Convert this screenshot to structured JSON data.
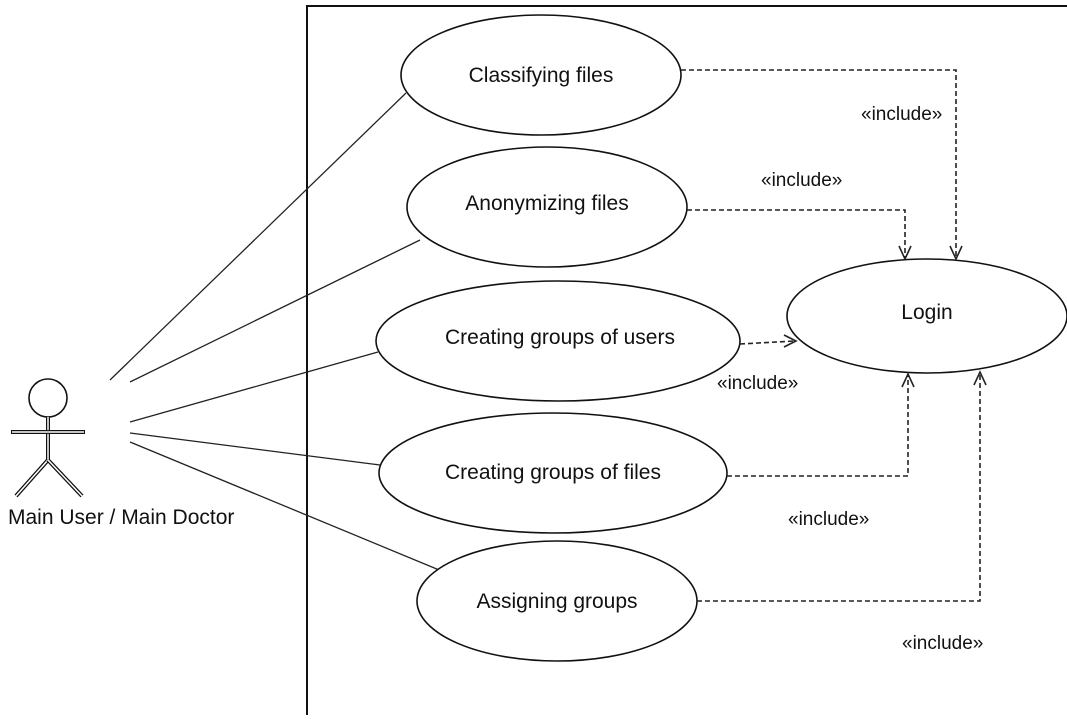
{
  "diagram": {
    "actor": {
      "label": "Main User / Main Doctor"
    },
    "use_cases": {
      "classifying": "Classifying files",
      "anonymizing": "Anonymizing files",
      "creating_user_groups": "Creating groups of users",
      "creating_file_groups": "Creating groups of files",
      "assigning": "Assigning groups",
      "login": "Login"
    },
    "include_labels": {
      "classifying": "«include»",
      "anonymizing": "«include»",
      "creating_user_groups": "«include»",
      "creating_file_groups": "«include»",
      "assigning": "«include»"
    }
  }
}
